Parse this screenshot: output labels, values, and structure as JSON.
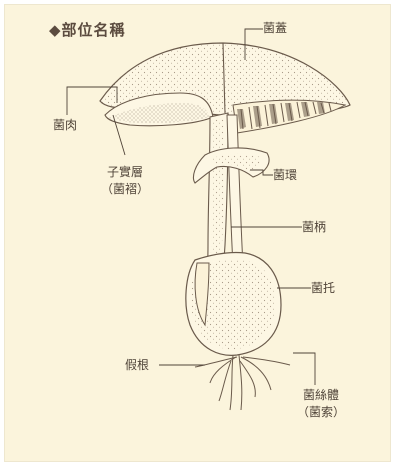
{
  "header": {
    "title_marker": "◆",
    "title": "部位名稱"
  },
  "labels": {
    "cap": "菌蓋",
    "flesh": "菌肉",
    "hymenium_line1": "子實層",
    "hymenium_line2": "（菌褶）",
    "ring": "菌環",
    "stalk": "菌柄",
    "volva": "菌托",
    "pseudorhiza": "假根",
    "mycelium_line1": "菌絲體",
    "mycelium_line2": "（菌索）"
  },
  "colors": {
    "background": "#fbf4dc",
    "ink": "#6a5a4b",
    "text": "#4f4338"
  }
}
